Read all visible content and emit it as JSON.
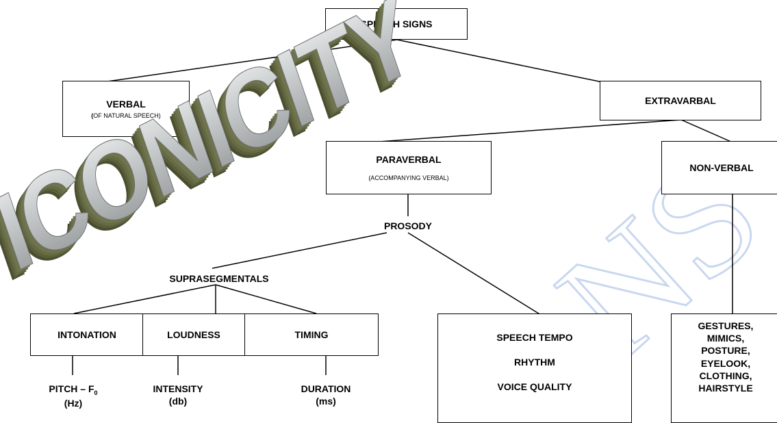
{
  "root": {
    "label": "SPEECH SIGNS"
  },
  "verbal": {
    "label": "VERBAL",
    "sub_paren": "(",
    "sub_rest": "OF NATURAL SPEECH)"
  },
  "extravarbal": {
    "label": "EXTRAVARBAL"
  },
  "paraverbal": {
    "label": "PARAVERBAL",
    "sub": "(ACCOMPANYING VERBAL)"
  },
  "nonverbal": {
    "label": "NON-VERBAL"
  },
  "prosody": {
    "label": "PROSODY"
  },
  "suprasegmentals": {
    "label": "SUPRASEGMENTALS"
  },
  "intonation": {
    "label": "INTONATION",
    "measure_a": "PITCH – F",
    "measure_sub": "0",
    "unit": "(Hz)"
  },
  "loudness": {
    "label": "LOUDNESS",
    "measure": "INTENSITY",
    "unit": "(db)"
  },
  "timing": {
    "label": "TIMING",
    "measure": "DURATION",
    "unit": "(ms)"
  },
  "speech_box": {
    "line1": "SPEECH TEMPO",
    "line2": "RHYTHM",
    "line3": "VOICE QUALITY"
  },
  "nonverbal_box": {
    "line1": "GESTURES,",
    "line2": "MIMICS,",
    "line3": "POSTURE,",
    "line4": "EYELOOK,",
    "line5": "CLOTHING,",
    "line6": "HAIRSTYLE"
  },
  "logo": {
    "text": "ICONICITY"
  },
  "watermark": {
    "text": "NS",
    "color": "#c9d7ef"
  },
  "colors": {
    "line": "#000000",
    "logo_front": "#d9dcdc",
    "logo_side": "#5a5e3a"
  }
}
